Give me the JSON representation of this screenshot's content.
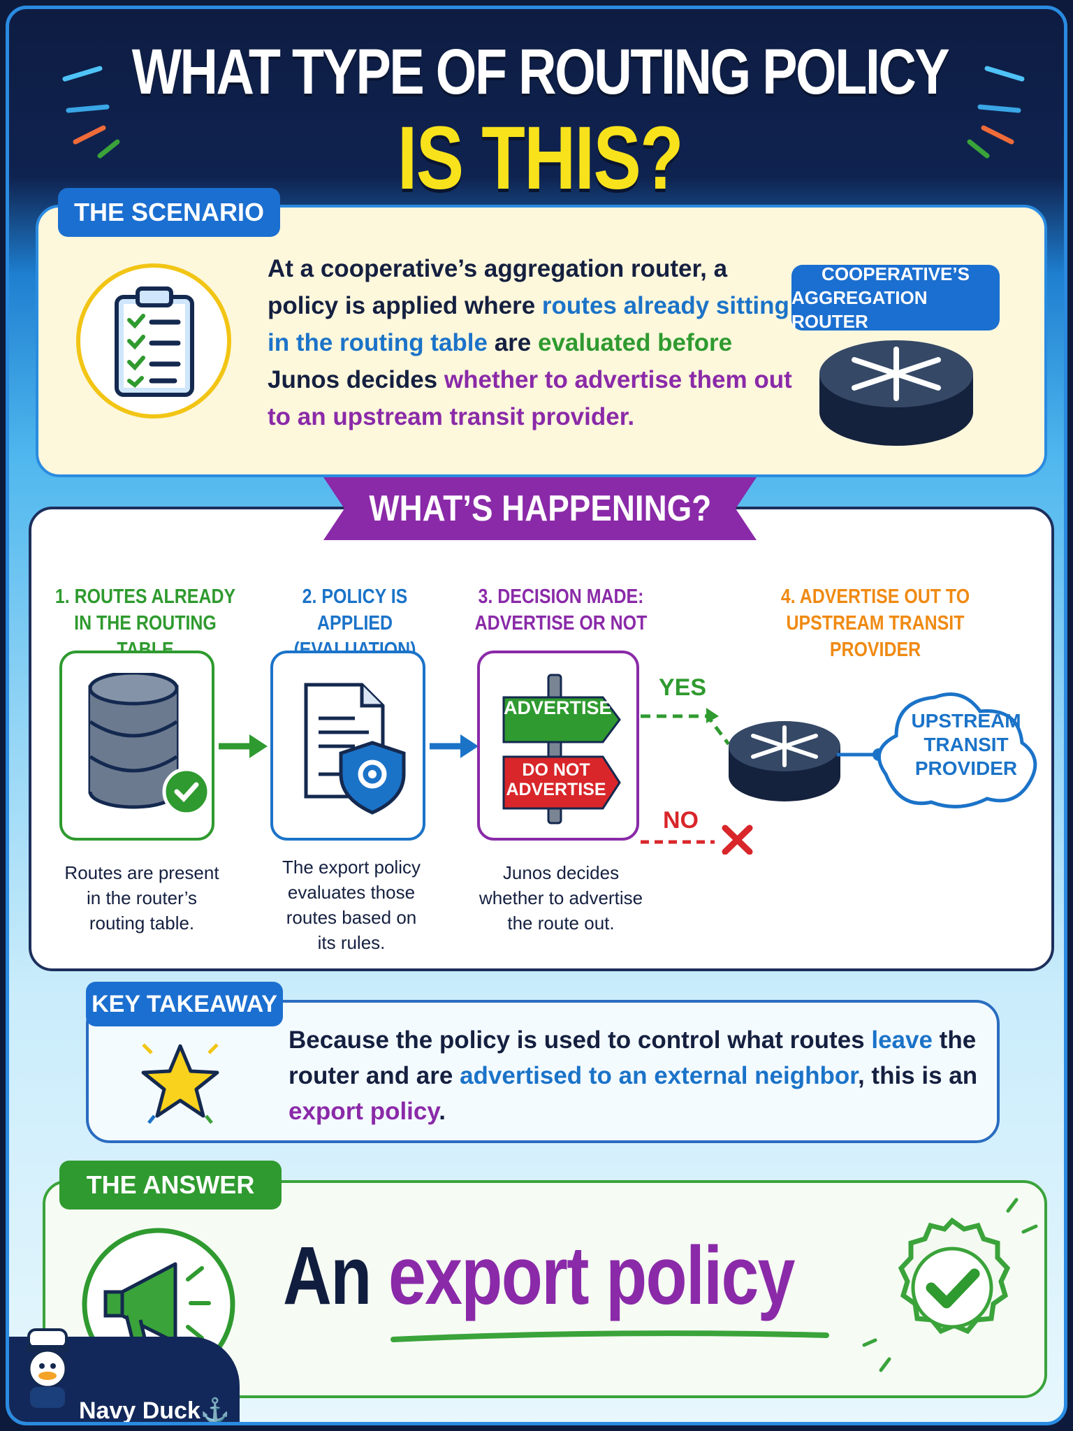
{
  "title": {
    "line1": "WHAT TYPE OF ROUTING POLICY",
    "line2": "IS THIS?"
  },
  "scenario": {
    "tag": "THE SCENARIO",
    "text": [
      {
        "t": "At a cooperative’s aggregation router,",
        "c": "dark"
      },
      {
        "t": " a policy is applied where ",
        "c": "dark"
      },
      {
        "t": "routes already sitting in the routing table",
        "c": "blue"
      },
      {
        "t": " are ",
        "c": "dark"
      },
      {
        "t": "evaluated before",
        "c": "green"
      },
      {
        "t": " Junos decides ",
        "c": "dark"
      },
      {
        "t": "whether to advertise them out to an upstream transit provider.",
        "c": "purple"
      }
    ],
    "router_label_1": "COOPERATIVE’S",
    "router_label_2": "AGGREGATION ROUTER"
  },
  "happening": {
    "tag": "WHAT’S HAPPENING?",
    "steps": [
      {
        "h1": "1. ROUTES ALREADY",
        "h2": "IN THE ROUTING TABLE",
        "color": "#2f9a2f",
        "desc": [
          "Routes are present",
          "in the router’s",
          "routing table."
        ]
      },
      {
        "h1": "2. POLICY IS APPLIED",
        "h2": "(EVALUATION)",
        "color": "#1b73c8",
        "desc": [
          "The export policy",
          "evaluates those",
          "routes based on",
          "its rules."
        ]
      },
      {
        "h1": "3. DECISION MADE:",
        "h2": "ADVERTISE OR NOT",
        "color": "#8a2aa8",
        "desc": [
          "Junos decides",
          "whether to advertise",
          "the route out."
        ]
      },
      {
        "h1": "4. ADVERTISE OUT TO",
        "h2": "UPSTREAM TRANSIT PROVIDER",
        "color": "#ef8a13",
        "desc": []
      }
    ],
    "sign_advertise": "ADVERTISE",
    "sign_do_not_1": "DO NOT",
    "sign_do_not_2": "ADVERTISE",
    "yes": "YES",
    "no": "NO",
    "cloud": [
      "UPSTREAM",
      "TRANSIT",
      "PROVIDER"
    ]
  },
  "key": {
    "tag": "KEY TAKEAWAY",
    "text": [
      {
        "t": "Because the policy is used to control what routes ",
        "c": "dark"
      },
      {
        "t": "leave",
        "c": "blue"
      },
      {
        "t": " the router and are ",
        "c": "dark"
      },
      {
        "t": "advertised to an external neighbor",
        "c": "blue"
      },
      {
        "t": ", this is an ",
        "c": "dark"
      },
      {
        "t": "export policy",
        "c": "purple"
      },
      {
        "t": ".",
        "c": "dark"
      }
    ]
  },
  "answer": {
    "tag": "THE ANSWER",
    "pre": "An ",
    "main": "export policy"
  },
  "brand": "Navy Duck"
}
